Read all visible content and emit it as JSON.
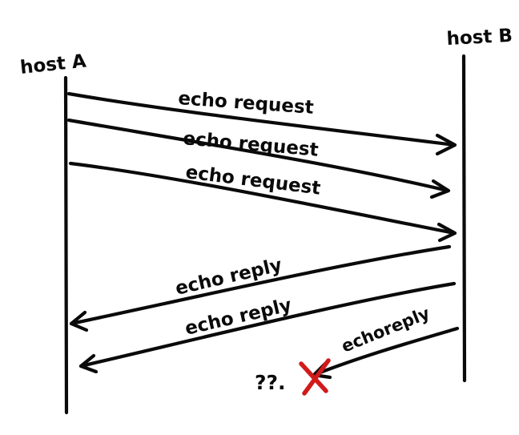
{
  "hosts": {
    "a_label": "host A",
    "b_label": "host B"
  },
  "messages": {
    "request_1": "echo request",
    "request_2": "echo request",
    "request_3": "echo request",
    "reply_1": "echo reply",
    "reply_2": "echo reply",
    "reply_3": "echoreply"
  },
  "lost": {
    "marker": "??.",
    "cross_color": "#d11a1a"
  },
  "colors": {
    "ink": "#0a0a0a",
    "background": "#ffffff"
  }
}
